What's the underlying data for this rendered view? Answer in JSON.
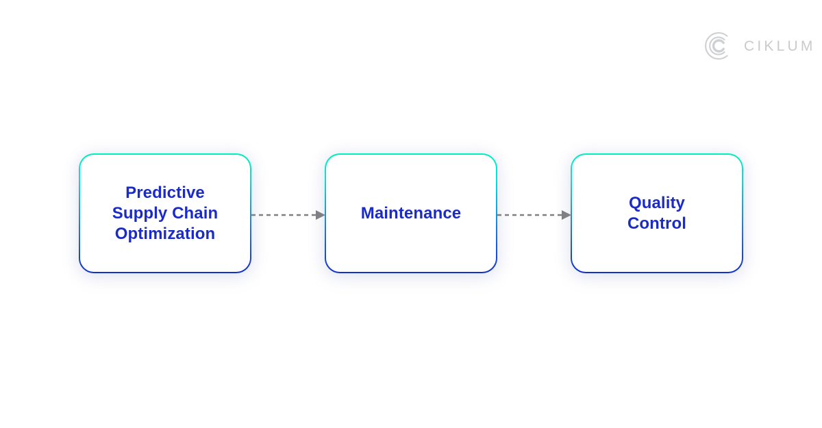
{
  "page": {
    "background_color": "#ffffff"
  },
  "brand": {
    "name": "CIKLUM",
    "mark_icon": "ciklum-concentric-c-icon",
    "color": "#c9cacd"
  },
  "diagram": {
    "type": "horizontal-flow",
    "accent_gradient_start": "#00efbe",
    "accent_gradient_end": "#1330c4",
    "label_color": "#1a2bc7",
    "connector_color": "#808080",
    "nodes": [
      {
        "id": "predictive-supply-chain-optimization",
        "label": "Predictive\nSupply Chain\nOptimization"
      },
      {
        "id": "maintenance",
        "label": "Maintenance"
      },
      {
        "id": "quality-control",
        "label": "Quality\nControl"
      }
    ],
    "connectors": [
      {
        "id": "connector-0",
        "from": "predictive-supply-chain-optimization",
        "to": "maintenance",
        "style": "dashed-arrow"
      },
      {
        "id": "connector-1",
        "from": "maintenance",
        "to": "quality-control",
        "style": "dashed-arrow"
      }
    ]
  }
}
